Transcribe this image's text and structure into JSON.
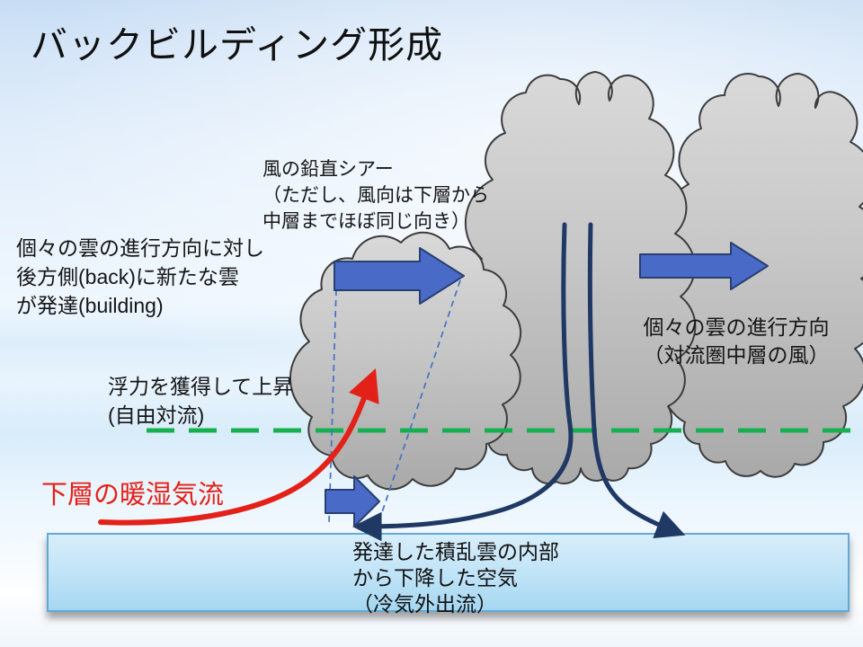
{
  "slide": {
    "title": "バックビルディング形成",
    "annotations": {
      "wind_shear": [
        "風の鉛直シアー",
        "（ただし、風向は下層から",
        "中層までほぼ同じ向き）"
      ],
      "back_building": [
        "個々の雲の進行方向に対し",
        "後方側(back)に新たな雲",
        "が発達(building)"
      ],
      "buoyancy": [
        "浮力を獲得して上昇",
        "(自由対流)"
      ],
      "warm_moist_inflow": "下層の暖湿気流",
      "cloud_motion": [
        "個々の雲の進行方向",
        "（対流圏中層の風）"
      ],
      "cold_outflow": [
        "発達した積乱雲の内部",
        "から下降した空気",
        "（冷気外出流）"
      ]
    },
    "colors": {
      "arrow_blue": "#4a6ac8",
      "arrow_border": "#27406f",
      "outflow_navy": "#1f3864",
      "inflow_red": "#e32119",
      "level_green": "#17b050",
      "shear_guide_blue": "#4472c4",
      "cloud_fill": "#c7c7c7",
      "cloud_outline": "#3c3c3c",
      "box_border": "#63a9d8",
      "box_fill": "#b9def5"
    }
  }
}
